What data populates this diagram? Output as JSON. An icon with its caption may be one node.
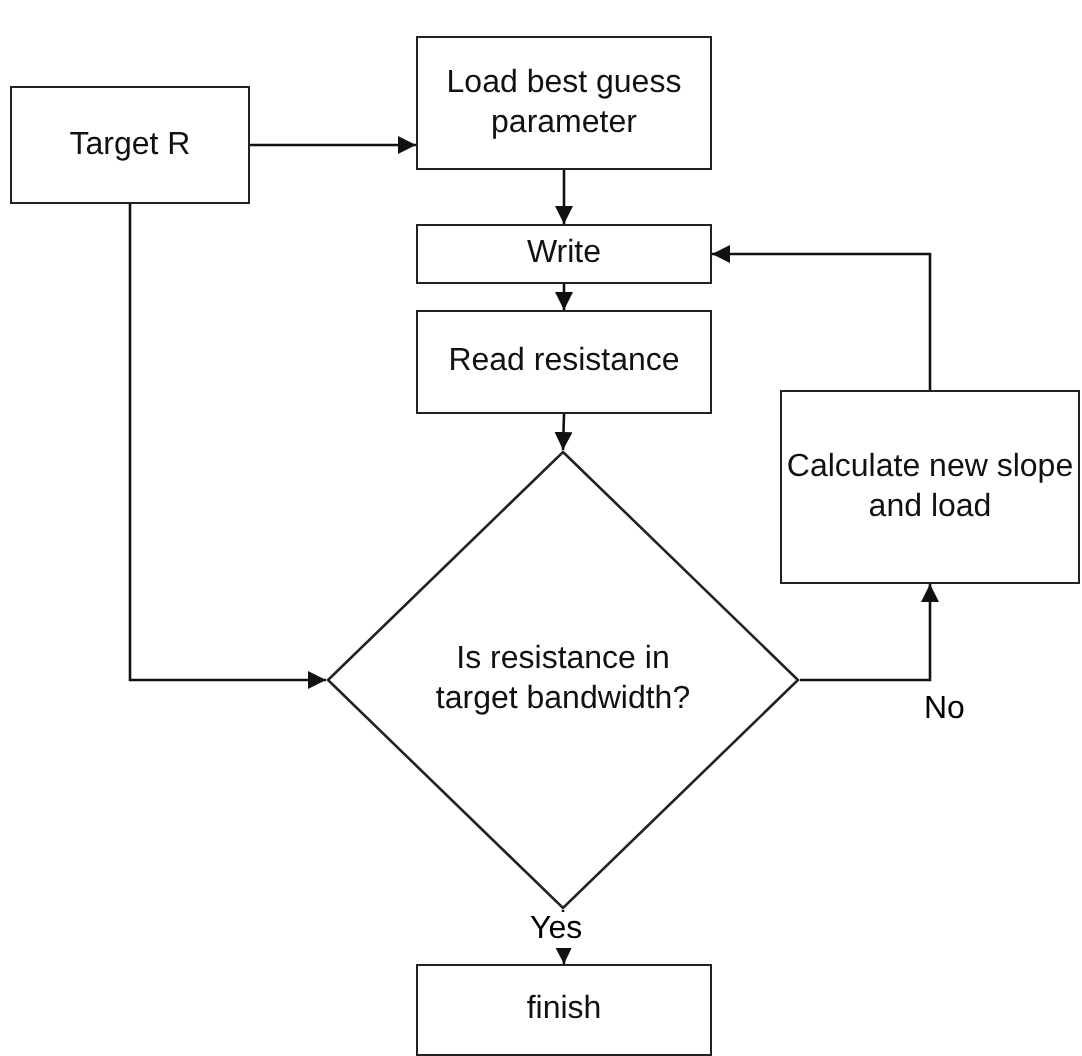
{
  "diagram": {
    "nodes": [
      {
        "text": [
          "Target R"
        ]
      },
      {
        "text": [
          "Load best guess parameter"
        ]
      },
      {
        "text": [
          "Write"
        ]
      },
      {
        "text": [
          "Read resistance"
        ]
      },
      {
        "text": [
          "Calculate new slope and load"
        ]
      },
      {
        "text": [
          "Is resistance in target bandwidth?"
        ]
      },
      {
        "text": [
          "finish"
        ]
      }
    ],
    "edges": [
      {
        "from": 0,
        "to": 1,
        "arrow": "to"
      },
      {
        "from": 1,
        "to": 2,
        "arrow": "to"
      },
      {
        "from": 2,
        "to": 3,
        "arrow": "to"
      },
      {
        "from": 3,
        "to": 5,
        "arrow": "to"
      },
      {
        "from": 0,
        "to": 5,
        "arrow": "to"
      },
      {
        "from": 5,
        "to": 4,
        "arrow": "to",
        "label": "No"
      },
      {
        "from": 4,
        "to": 2,
        "arrow": "to"
      },
      {
        "from": 5,
        "to": 6,
        "arrow": "to",
        "label": "Yes"
      }
    ]
  }
}
